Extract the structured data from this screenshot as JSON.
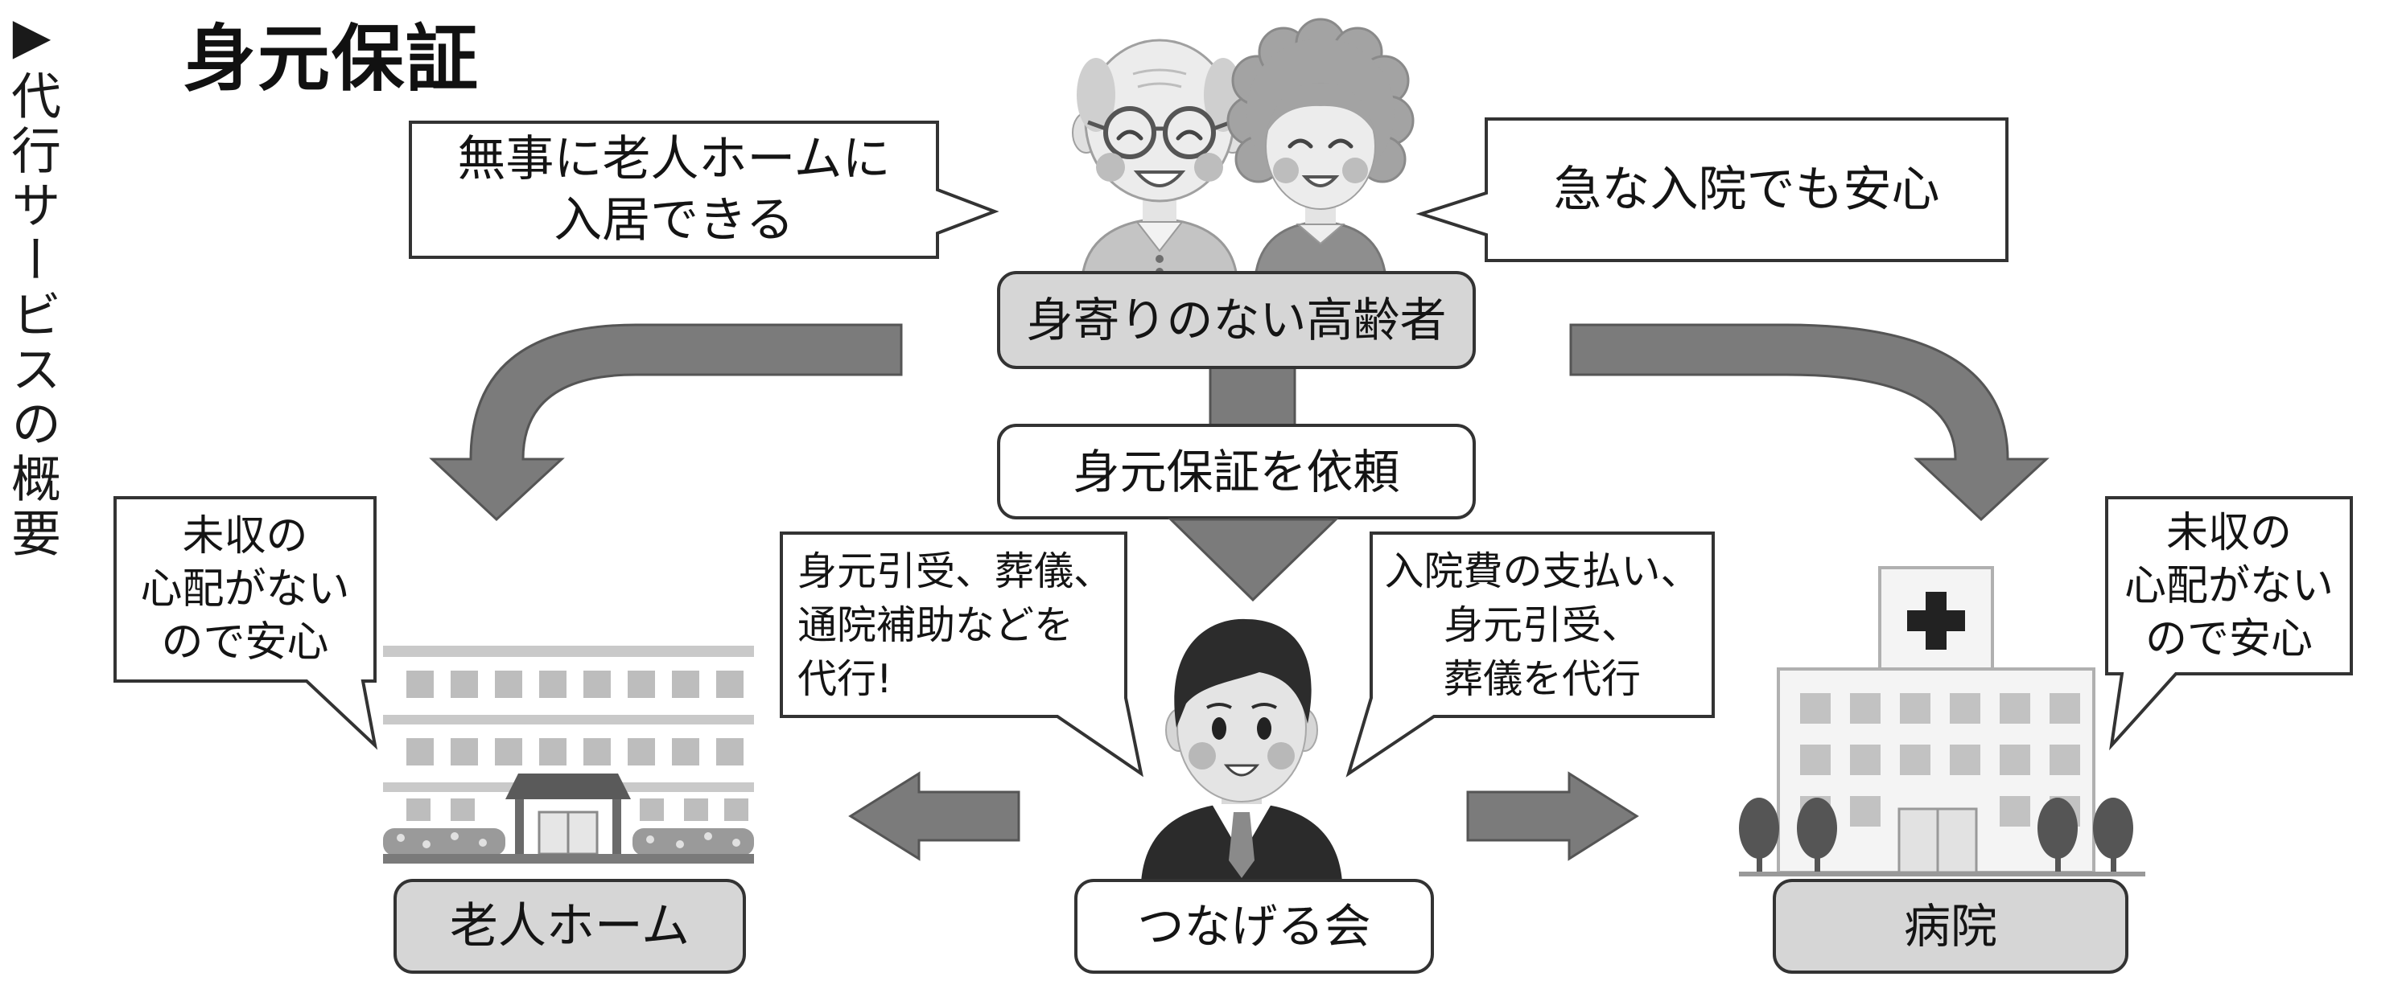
{
  "caption": "▶代行サービスの概要",
  "title": "身元保証",
  "elderly": {
    "label": "身寄りのない高齢者",
    "bubble_left": [
      "無事に老人ホームに",
      "入居できる"
    ],
    "bubble_right": [
      "急な入院でも安心"
    ]
  },
  "request": {
    "label": "身元保証を依頼"
  },
  "nursing_home": {
    "label": "老人ホーム",
    "bubble": [
      "未収の",
      "心配がない",
      "ので安心"
    ]
  },
  "organization": {
    "label": "つなげる会",
    "bubble_left": [
      "身元引受、葬儀、",
      "通院補助などを",
      "代行!"
    ],
    "bubble_right": [
      "入院費の支払い、",
      "身元引受、",
      "葬儀を代行"
    ]
  },
  "hospital": {
    "label": "病院",
    "bubble": [
      "未収の",
      "心配がない",
      "ので安心"
    ]
  },
  "icons": {
    "elderly": "elderly-couple-illustration",
    "organization": "businessman-illustration",
    "nursing_home": "nursing-home-building-illustration",
    "hospital": "hospital-building-illustration",
    "arrows": [
      "curved-arrow-down-left",
      "curved-arrow-down-right",
      "arrow-down",
      "arrow-left",
      "arrow-right"
    ]
  },
  "colors": {
    "background": "#ffffff",
    "arrow_fill": "#7b7b7b",
    "arrow_stroke": "#555555",
    "label_fill": "#d6d6d6",
    "outline": "#333333"
  }
}
